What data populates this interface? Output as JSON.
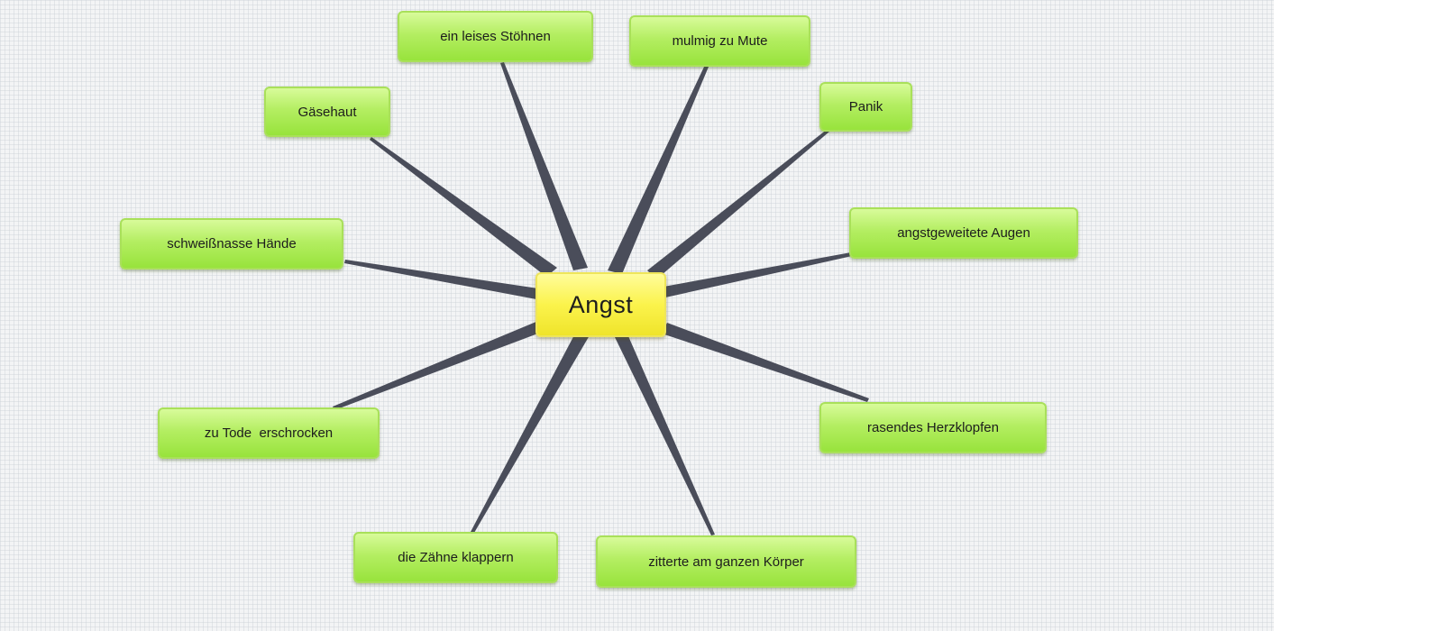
{
  "center": {
    "label": "Angst"
  },
  "nodes": [
    {
      "id": "ein-leises-stoehnen",
      "label": "ein leises Stöhnen"
    },
    {
      "id": "mulmig-zu-mute",
      "label": "mulmig zu Mute"
    },
    {
      "id": "gaesehaut",
      "label": "Gäsehaut"
    },
    {
      "id": "panik",
      "label": "Panik"
    },
    {
      "id": "schweissnasse-haende",
      "label": "schweißnasse Hände"
    },
    {
      "id": "angstgeweitete-augen",
      "label": "angstgeweitete Augen"
    },
    {
      "id": "zu-tode-erschrocken",
      "label": "zu Tode  erschrocken"
    },
    {
      "id": "rasendes-herzklopfen",
      "label": "rasendes Herzklopfen"
    },
    {
      "id": "die-zaehne-klappern",
      "label": "die Zähne klappern"
    },
    {
      "id": "zitterte-am-ganzen-koerper",
      "label": "zitterte am ganzen Körper"
    }
  ],
  "colors": {
    "canvas": "#f3f4f5",
    "branch_fill": "#b4ee62",
    "center_fill": "#fbf34c",
    "connector": "#4a4d5a"
  }
}
